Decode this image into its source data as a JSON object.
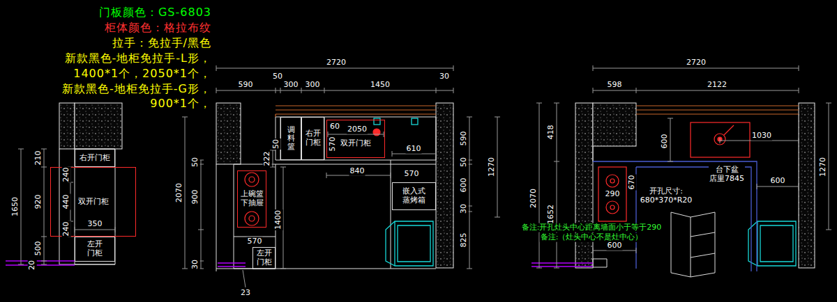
{
  "diagram": {
    "nodes": [
      {
        "text": [
          "右开门柜"
        ]
      },
      {
        "text": [
          "双开门柜"
        ]
      },
      {
        "text": [
          "左开 门柜"
        ]
      },
      {
        "text": [
          "调料篮"
        ]
      },
      {
        "text": [
          "右开 门柜"
        ]
      },
      {
        "text": [
          "双开门柜"
        ]
      },
      {
        "text": [
          "上碗篮 下抽屉"
        ]
      },
      {
        "text": [
          "嵌入式 蒸烤箱"
        ]
      },
      {
        "text": [
          "左开 门柜"
        ]
      }
    ],
    "labels": [
      "门板颜色：GS-6803",
      "柜体颜色：格拉布纹",
      "拉手：免拉手/黑色",
      "新款黑色-地柜免拉手-L形，",
      "1400*1个，2050*1个，",
      "新款黑色-地柜免拉手-G形，",
      "900*1个，",
      "1650",
      "210",
      "240",
      "920",
      "440",
      "240",
      "350",
      "500",
      "20",
      "2720",
      "50",
      "30",
      "590",
      "300",
      "300",
      "1450",
      "2070",
      "50",
      "900",
      "30",
      "60",
      "2050",
      "50",
      "570",
      "222",
      "610",
      "840",
      "570",
      "1400",
      "570",
      "23",
      "590",
      "50",
      "1270",
      "600",
      "30",
      "825",
      "2720",
      "598",
      "2122",
      "418",
      "600",
      "1030",
      "1270",
      "台下盆 店里7845",
      "2070",
      "1652",
      "670",
      "600",
      "开孔尺寸: 680*370*R20",
      "290",
      "备注:开孔灶头中心距离墙面小于等于290",
      "备注:（灶头中心不是灶中心）",
      "600"
    ]
  }
}
